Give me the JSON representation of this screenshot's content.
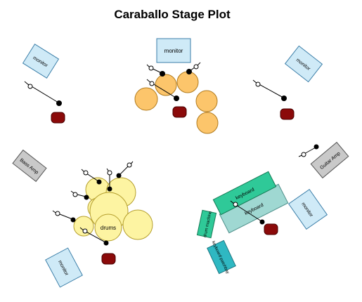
{
  "title": "Caraballo Stage Plot",
  "labels": {
    "monitor": "monitor",
    "bass_amp": "Bass Amp",
    "guitar_amp": "Guitar Amp",
    "drums": "drums",
    "keyboard": "keyboard",
    "drum_machine": "drum machine",
    "keyboard_patchbay": "keyboard patchbay"
  },
  "colors": {
    "monitor_fill": "#cfeaf7",
    "amp_fill": "#c9c9c9",
    "orange_drum": "#fcc56b",
    "yellow_drum": "#fdf4a2",
    "wedge": "#8b0a0a",
    "keyboard_green": "#2fc998",
    "keyboard_teal": "#9fd8d2",
    "patchbay": "#2fb8c2"
  }
}
